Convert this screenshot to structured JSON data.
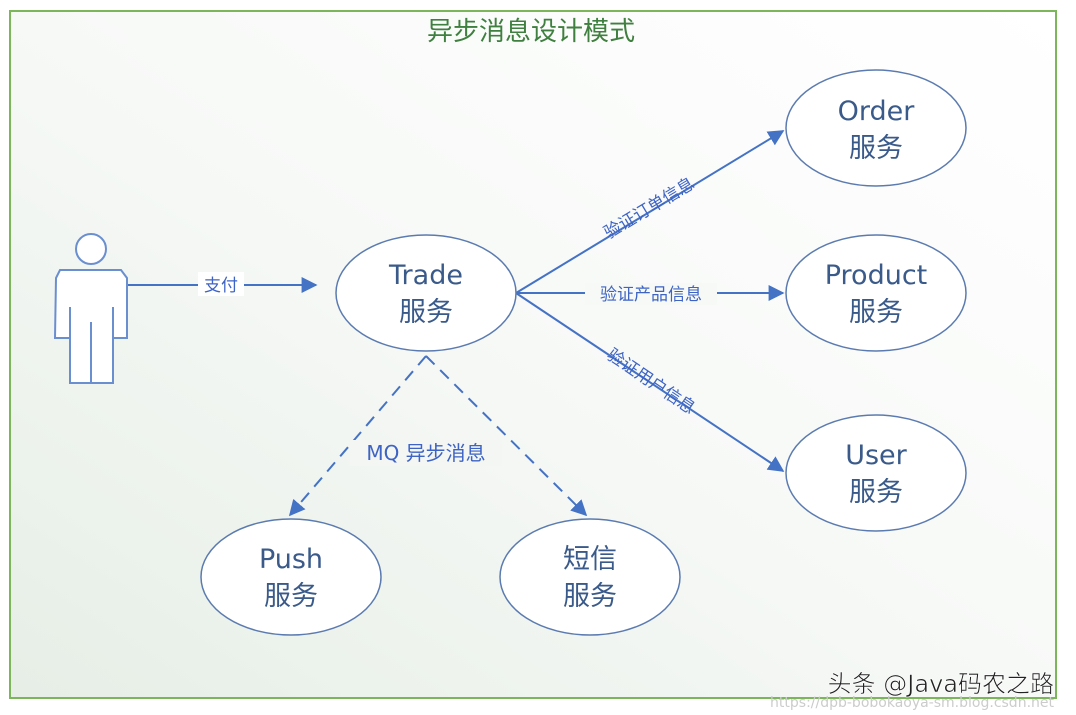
{
  "title": "异步消息设计模式",
  "nodes": {
    "trade": {
      "line1": "Trade",
      "line2": "服务"
    },
    "order": {
      "line1": "Order",
      "line2": "服务"
    },
    "product": {
      "line1": "Product",
      "line2": "服务"
    },
    "user": {
      "line1": "User",
      "line2": "服务"
    },
    "push": {
      "line1": "Push",
      "line2": "服务"
    },
    "sms": {
      "line1": "短信",
      "line2": "服务"
    }
  },
  "edges": {
    "pay": "支付",
    "verify_order": "验证订单信息",
    "verify_product": "验证产品信息",
    "verify_user": "验证用户信息",
    "mq": "MQ 异步消息"
  },
  "watermark": {
    "main": "头条 @Java码农之路",
    "url": "https://dpb-bobokaoya-sm.blog.csdn.net"
  },
  "colors": {
    "border": "#7cb65a",
    "title": "#3f7f3f",
    "line": "#4472c4",
    "ellipse_stroke": "#5b7bb0"
  }
}
